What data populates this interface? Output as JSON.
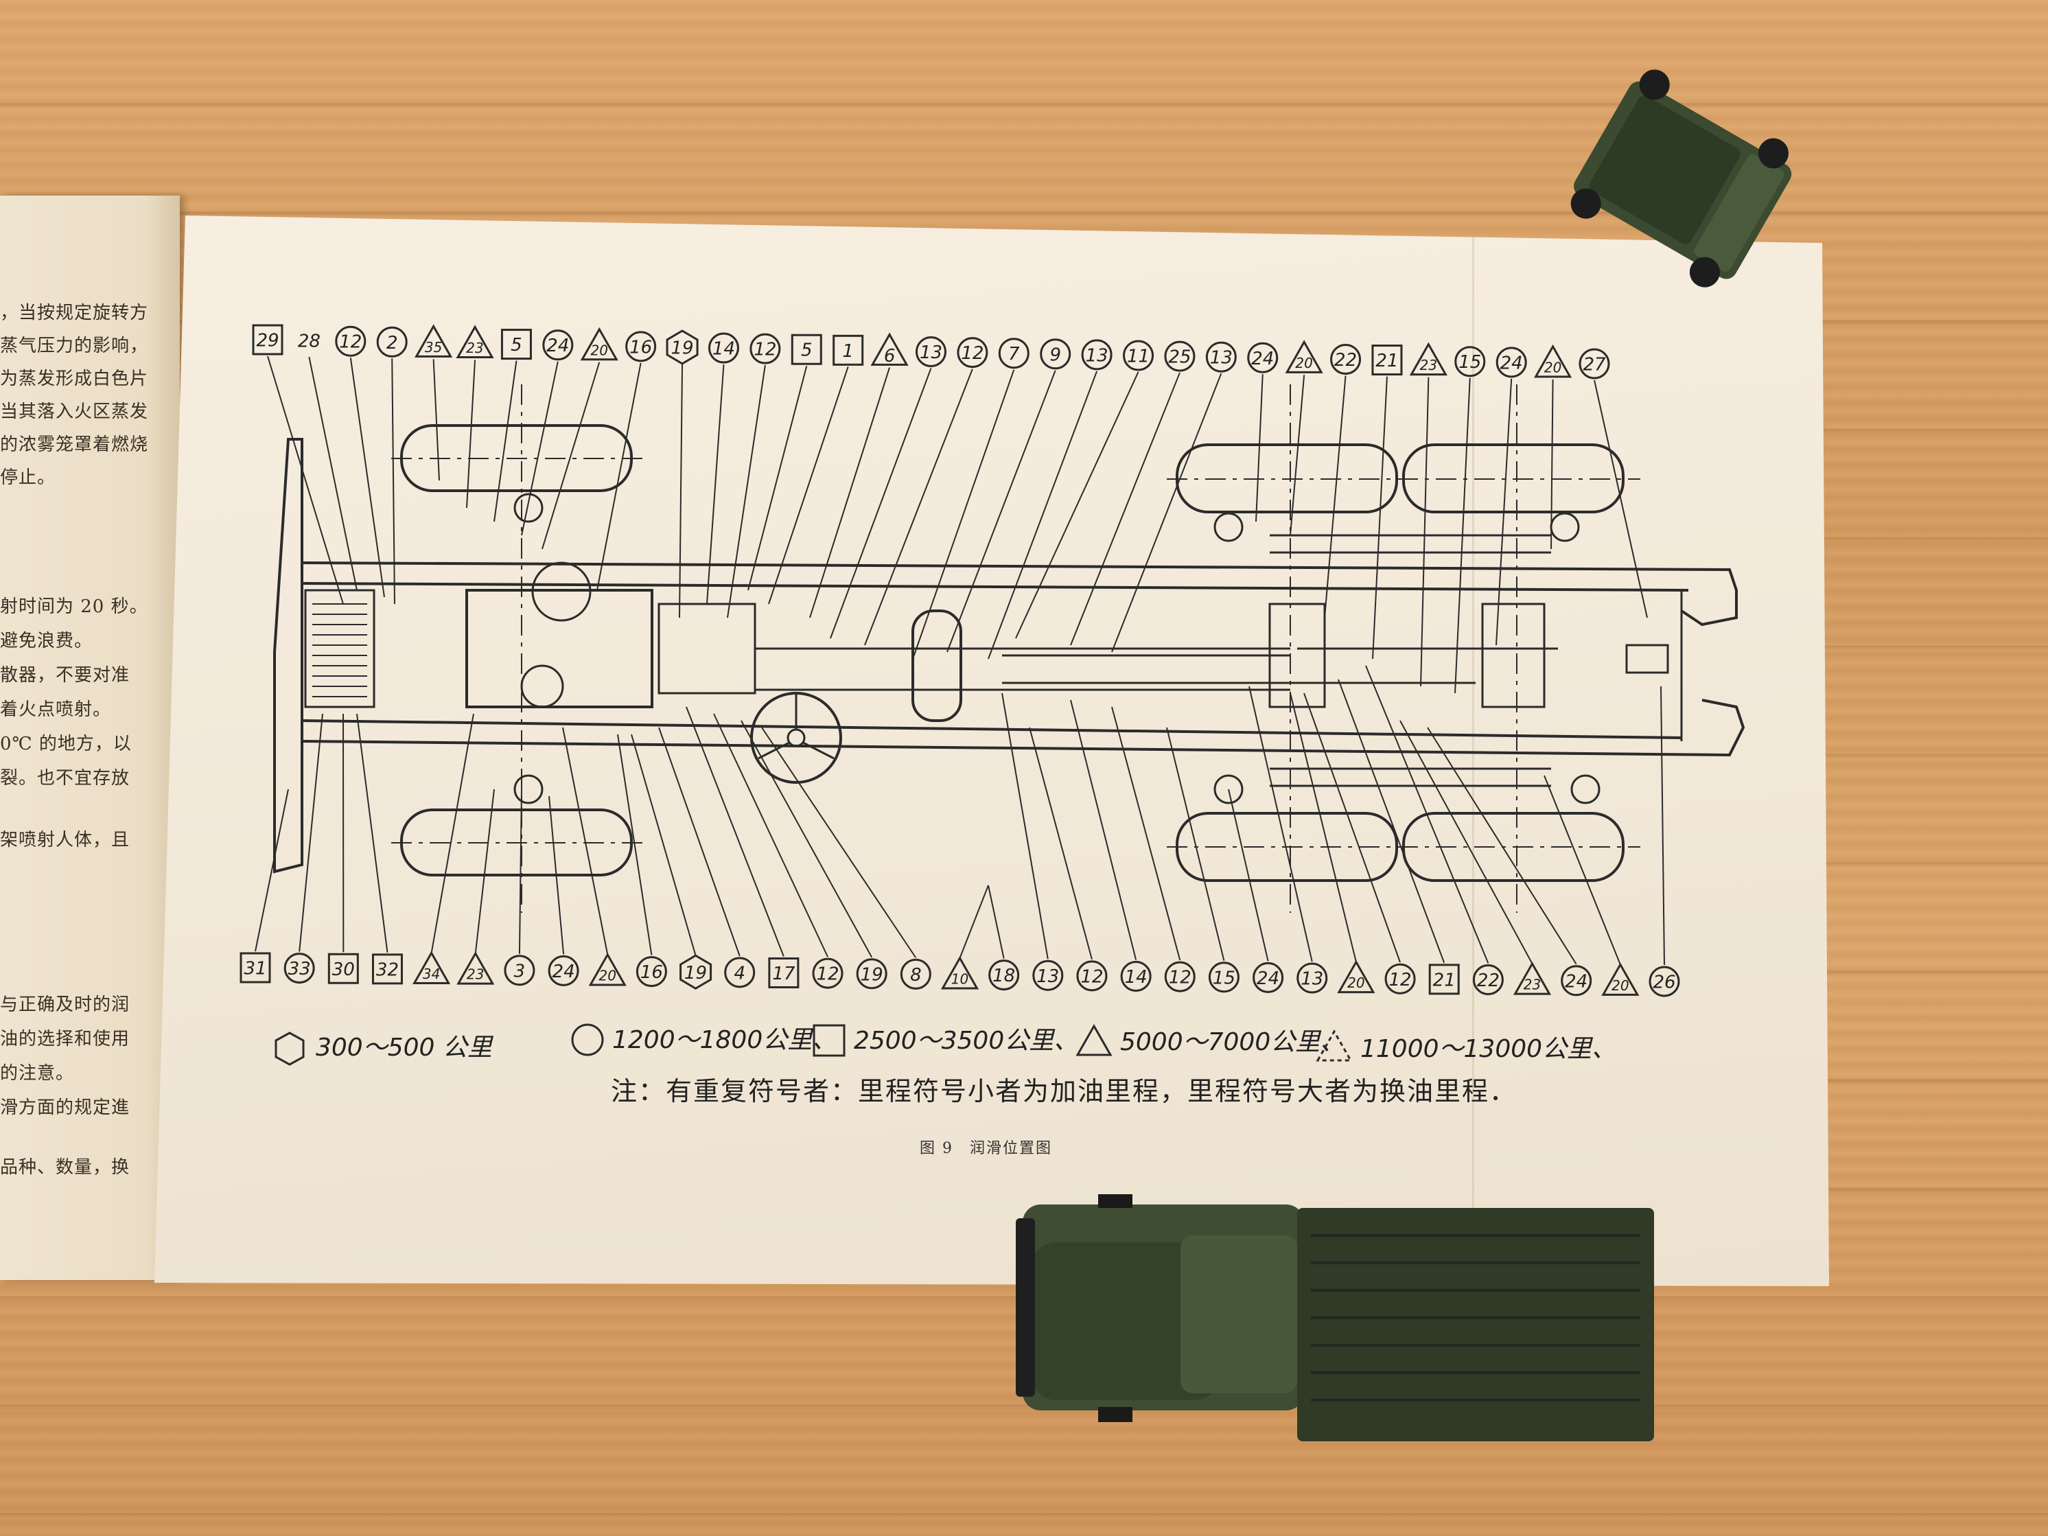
{
  "left_page": {
    "lines": [
      "，当按规定旋转方",
      "蒸气压力的影响，",
      "为蒸发形成白色片",
      "当其落入火区蒸发",
      "的浓雾笼罩着燃烧",
      "停止。",
      "射时间为 20 秒。",
      "避免浪费。",
      "散器，不要对准",
      "着火点喷射。",
      "0℃ 的地方，以",
      "裂。也不宜存放",
      "架喷射人体，且",
      "与正确及时的润",
      "油的选择和使用",
      "的注意。",
      "滑方面的规定進",
      "品种、数量，换"
    ]
  },
  "diagram": {
    "top_markers": [
      {
        "shape": "square",
        "label": "29"
      },
      {
        "shape": "none",
        "label": "28"
      },
      {
        "shape": "circle",
        "label": "12"
      },
      {
        "shape": "circle",
        "label": "2"
      },
      {
        "shape": "triangle",
        "label": "35"
      },
      {
        "shape": "triangle",
        "label": "23"
      },
      {
        "shape": "square",
        "label": "5"
      },
      {
        "shape": "circle",
        "label": "24"
      },
      {
        "shape": "triangle",
        "label": "20"
      },
      {
        "shape": "circle",
        "label": "16"
      },
      {
        "shape": "hexagon",
        "label": "19"
      },
      {
        "shape": "circle",
        "label": "14"
      },
      {
        "shape": "circle",
        "label": "12"
      },
      {
        "shape": "square",
        "label": "5"
      },
      {
        "shape": "square",
        "label": "1"
      },
      {
        "shape": "triangle",
        "label": "6"
      },
      {
        "shape": "circle",
        "label": "13"
      },
      {
        "shape": "circle",
        "label": "12"
      },
      {
        "shape": "circle",
        "label": "7"
      },
      {
        "shape": "circle",
        "label": "9"
      },
      {
        "shape": "circle",
        "label": "13"
      },
      {
        "shape": "circle",
        "label": "11"
      },
      {
        "shape": "circle",
        "label": "25"
      },
      {
        "shape": "circle",
        "label": "13"
      },
      {
        "shape": "circle",
        "label": "24"
      },
      {
        "shape": "triangle",
        "label": "20"
      },
      {
        "shape": "circle",
        "label": "22"
      },
      {
        "shape": "square",
        "label": "21"
      },
      {
        "shape": "triangle",
        "label": "23"
      },
      {
        "shape": "circle",
        "label": "15"
      },
      {
        "shape": "circle",
        "label": "24"
      },
      {
        "shape": "triangle",
        "label": "20"
      },
      {
        "shape": "circle",
        "label": "27"
      }
    ],
    "bottom_markers": [
      {
        "shape": "square",
        "label": "31"
      },
      {
        "shape": "circle",
        "label": "33"
      },
      {
        "shape": "square",
        "label": "30"
      },
      {
        "shape": "square",
        "label": "32"
      },
      {
        "shape": "triangle",
        "label": "34"
      },
      {
        "shape": "triangle",
        "label": "23"
      },
      {
        "shape": "circle",
        "label": "3"
      },
      {
        "shape": "circle",
        "label": "24"
      },
      {
        "shape": "triangle",
        "label": "20"
      },
      {
        "shape": "circle",
        "label": "16"
      },
      {
        "shape": "hexagon",
        "label": "19"
      },
      {
        "shape": "circle",
        "label": "4"
      },
      {
        "shape": "square",
        "label": "17"
      },
      {
        "shape": "circle",
        "label": "12"
      },
      {
        "shape": "circle",
        "label": "19"
      },
      {
        "shape": "circle",
        "label": "8"
      },
      {
        "shape": "triangle",
        "label": "10"
      },
      {
        "shape": "circle",
        "label": "18"
      },
      {
        "shape": "circle",
        "label": "13"
      },
      {
        "shape": "circle",
        "label": "12"
      },
      {
        "shape": "circle",
        "label": "14"
      },
      {
        "shape": "circle",
        "label": "12"
      },
      {
        "shape": "circle",
        "label": "15"
      },
      {
        "shape": "circle",
        "label": "24"
      },
      {
        "shape": "circle",
        "label": "13"
      },
      {
        "shape": "triangle",
        "label": "20"
      },
      {
        "shape": "circle",
        "label": "12"
      },
      {
        "shape": "square",
        "label": "21"
      },
      {
        "shape": "circle",
        "label": "22"
      },
      {
        "shape": "triangle",
        "label": "23"
      },
      {
        "shape": "circle",
        "label": "24"
      },
      {
        "shape": "triangle",
        "label": "20"
      },
      {
        "shape": "circle",
        "label": "26"
      }
    ]
  },
  "legend": [
    {
      "shape": "hexagon",
      "text": "300～500 公里"
    },
    {
      "shape": "circle",
      "text": "1200～1800公里、"
    },
    {
      "shape": "square",
      "text": "2500～3500公里、"
    },
    {
      "shape": "triangle",
      "text": "5000～7000公里、"
    },
    {
      "shape": "dashed-triangle",
      "text": "11000～13000公里、"
    }
  ],
  "note": "注：有重复符号者：里程符号小者为加油里程，里程符号大者为换油里程．",
  "caption": "图 9　润滑位置图",
  "colors": {
    "ink": "#2b2b2b",
    "paper": "#f3eadb",
    "wood": "#d9a36a",
    "toy_green": "#3f4d33"
  }
}
